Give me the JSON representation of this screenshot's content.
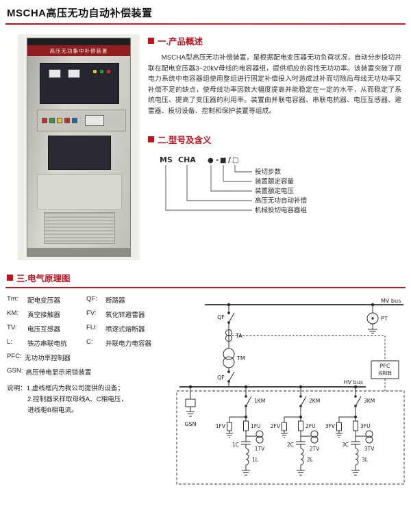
{
  "page": {
    "title": "MSCHA高压无功自动补偿装置"
  },
  "photo": {
    "nameplate": "高压无功集中补偿装置"
  },
  "overview": {
    "heading": "一.产品概述",
    "body": "MSCHA型高压无功补偿装置，是根据配电变压器无功负荷状况，自动分步投切并联在配电变压器3~20kV母线的电容器组，提供相应的容性无功功率。该装置突破了原电力系统中电容器组使用整组进行固定补偿投入时造成过补而切除后母线无功功率又补偿不足的缺点，使母线功率因数大幅度提高并能稳定在一定的水平，从而稳定了系统电压、提高了变压器的利用率。装置由并联电容器、串联电抗器、电压互感器、避雷器、投切设备、控制和保护装置等组成。"
  },
  "model": {
    "heading": "二.型号及含义",
    "tokens": {
      "ms": "MS",
      "cha": "CHA",
      "dot": "●",
      "dash": "-",
      "square": "■",
      "slash": "/",
      "box": "□"
    },
    "labels": [
      "投切步数",
      "装置额定容量",
      "装置额定电压",
      "高压无功自动补偿",
      "机械投切电容器组"
    ]
  },
  "schematic": {
    "heading": "三.电气原理图",
    "legend": {
      "pairs": [
        {
          "k1": "Tm:",
          "v1": "配电变压器",
          "k2": "QF:",
          "v2": "断路器"
        },
        {
          "k1": "KM:",
          "v1": "真空接触器",
          "k2": "FV:",
          "v2": "氧化锌避雷器"
        },
        {
          "k1": "TV:",
          "v1": "电压互感器",
          "k2": "FU:",
          "v2": "喷逐式熔断器"
        },
        {
          "k1": "L:",
          "v1": "铁芯串联电抗",
          "k2": "C:",
          "v2": "并联电力电容器"
        }
      ],
      "singles": [
        {
          "k": "PFC:",
          "v": "无功功率控制器"
        },
        {
          "k": "GSN:",
          "v": "高压带电显示闭锁装置"
        }
      ],
      "notes": [
        "说明：1.虚线框内为我公司提供的设备；",
        "2.控制器采样取母线A、C相电压，",
        "进线柜B相电流。"
      ]
    },
    "circuit": {
      "mv_bus": "MV bus",
      "hv_bus": "HV bus",
      "pt": "PT",
      "qf1": "QF",
      "qf2": "QF",
      "ta": "TA",
      "tm": "TM",
      "pfc1": "PFC",
      "pfc2": "控制器",
      "gsn": "GSN",
      "branches": [
        {
          "km": "1KM",
          "fv": "1FV",
          "fu": "1FU",
          "tv": "1TV",
          "c": "1C",
          "l": "1L"
        },
        {
          "km": "2KM",
          "fv": "2FV",
          "fu": "2FU",
          "tv": "2TV",
          "c": "2C",
          "l": "2L"
        },
        {
          "km": "3KM",
          "fv": "3FV",
          "fu": "3FU",
          "tv": "3TV",
          "c": "3C",
          "l": "3L"
        }
      ]
    }
  }
}
